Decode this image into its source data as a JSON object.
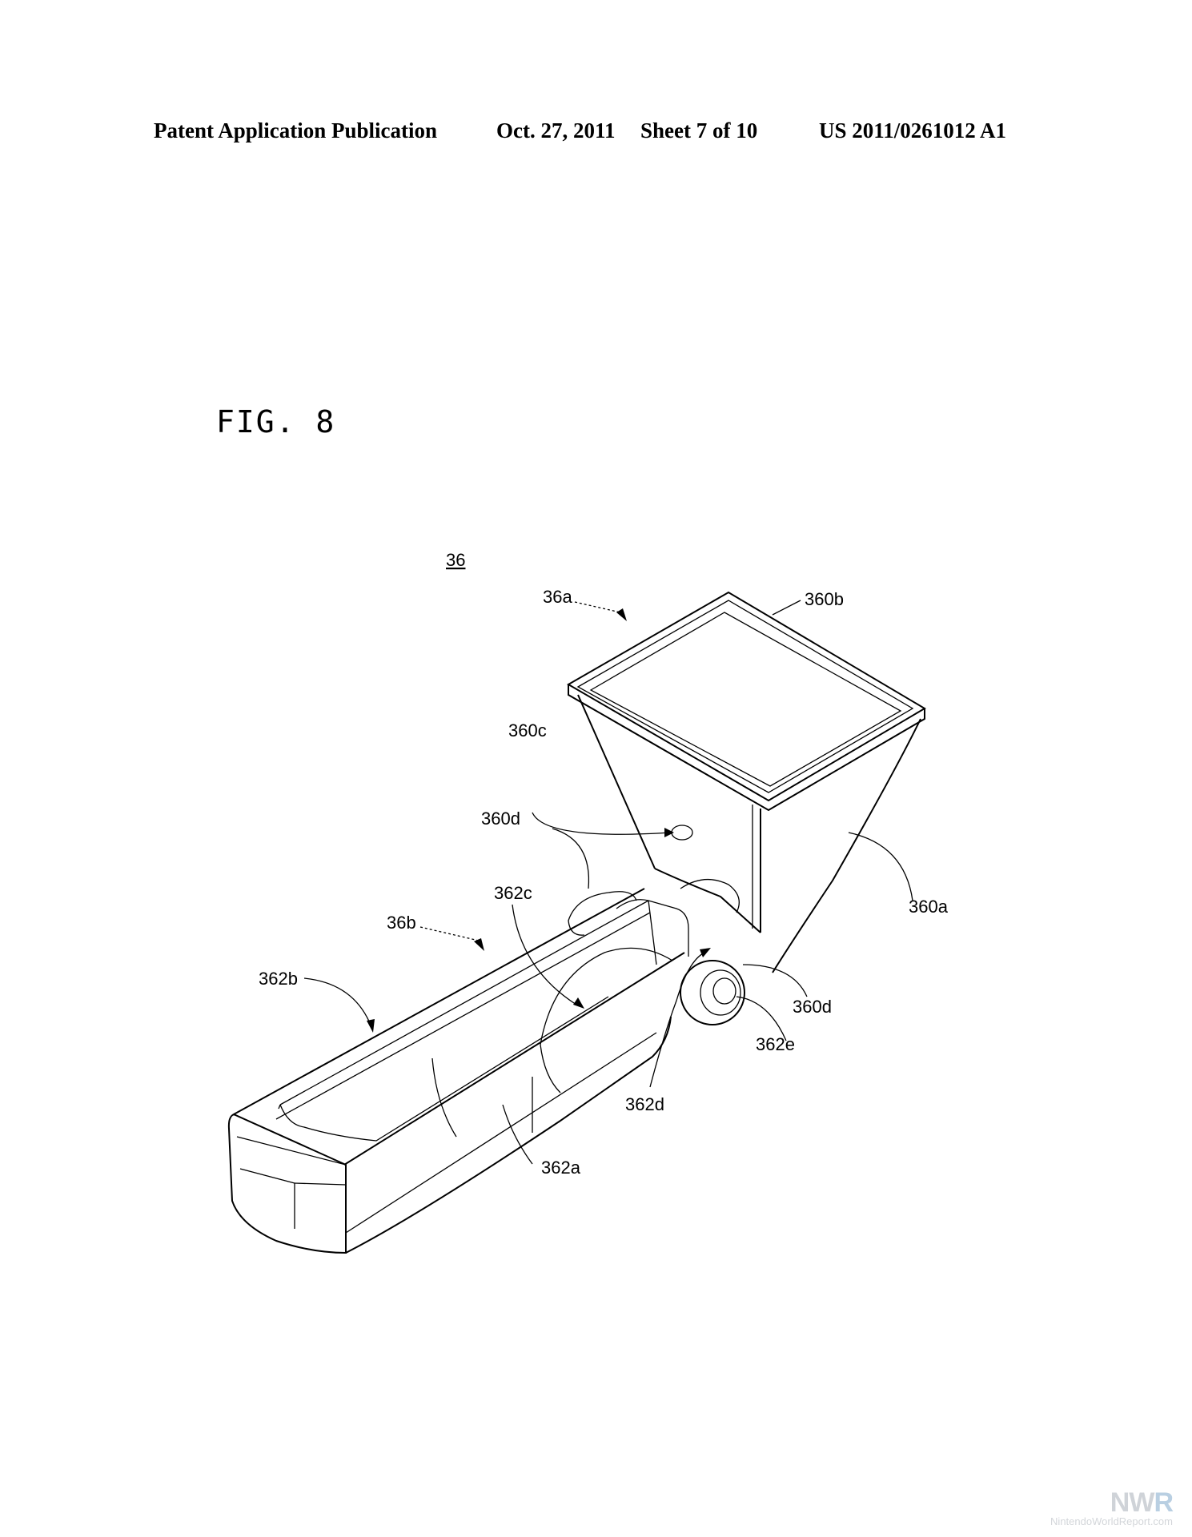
{
  "header": {
    "publication": "Patent Application Publication",
    "date": "Oct. 27, 2011",
    "sheet": "Sheet 7 of 10",
    "number": "US 2011/0261012 A1"
  },
  "figure": {
    "title": "FIG. 8",
    "labels": {
      "main": "36",
      "upper_part": "36a",
      "screen": "360b",
      "sensor": "360c",
      "pivot_left": "360d",
      "housing_upper": "360a",
      "lower_part": "36b",
      "recess": "362c",
      "rim": "362b",
      "pivot_right": "360d",
      "hinge_cap": "362e",
      "joint": "362d",
      "body_lower": "362a"
    }
  },
  "watermark": {
    "logo_prefix": "NW",
    "logo_suffix": "R",
    "site": "NintendoWorldReport.com"
  }
}
